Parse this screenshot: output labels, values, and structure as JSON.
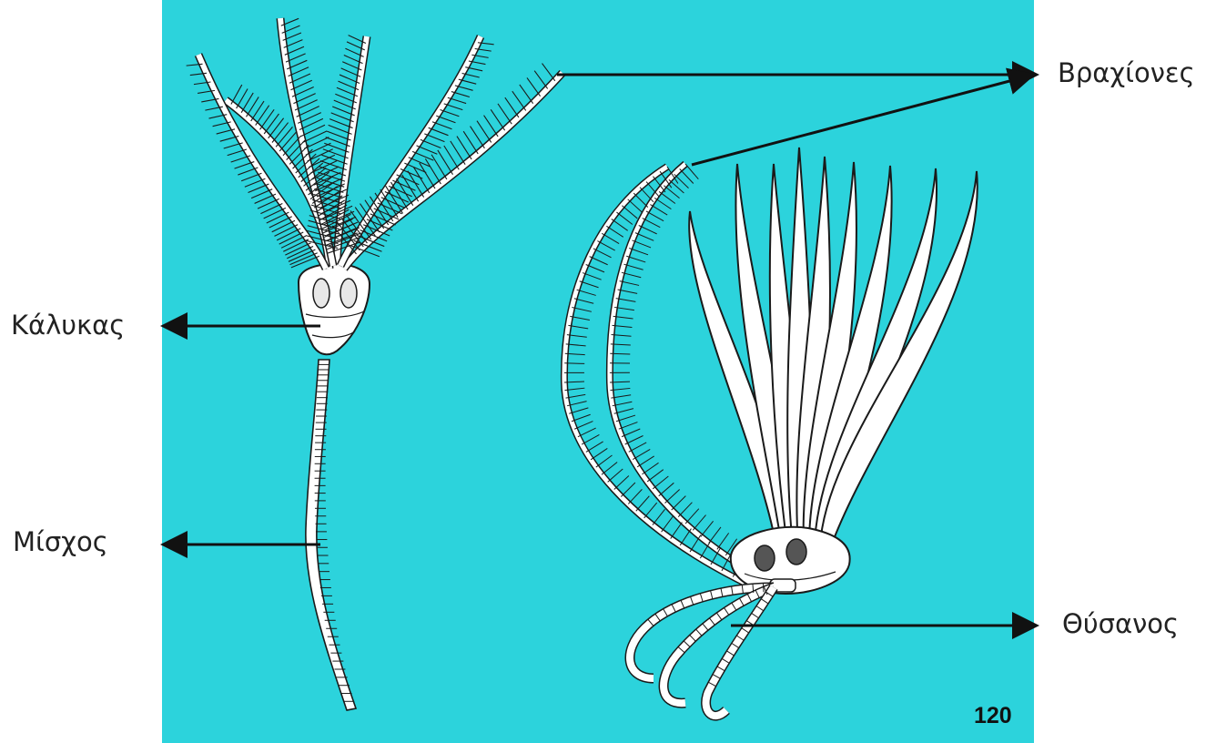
{
  "labels": {
    "arms": "Βραχίονες",
    "calyx": "Κάλυκας",
    "stem": "Μίσχος",
    "holdfast": "Θύσανος"
  },
  "page_number": "120",
  "colors": {
    "background": "#2cd3dc",
    "drawing_fill": "#ffffff",
    "drawing_stroke": "#1a1a1a",
    "arrow": "#111111"
  }
}
